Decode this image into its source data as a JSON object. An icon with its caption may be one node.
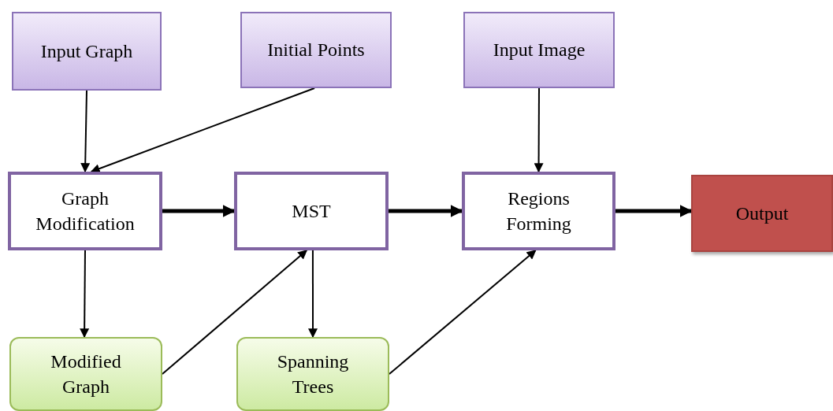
{
  "diagram": {
    "nodes": [
      {
        "text": [
          "Input Graph"
        ]
      },
      {
        "text": [
          "Initial Points"
        ]
      },
      {
        "text": [
          "Input Image"
        ]
      },
      {
        "text": [
          "Graph Modification"
        ]
      },
      {
        "text": [
          "MST"
        ]
      },
      {
        "text": [
          "Regions Forming"
        ]
      },
      {
        "text": [
          "Output"
        ]
      },
      {
        "text": [
          "Modified Graph"
        ]
      },
      {
        "text": [
          "Spanning Trees"
        ]
      }
    ],
    "edges": [
      {
        "from": 0,
        "to": 3,
        "arrow": "to"
      },
      {
        "from": 1,
        "to": 3,
        "arrow": "to"
      },
      {
        "from": 2,
        "to": 5,
        "arrow": "to"
      },
      {
        "from": 3,
        "to": 4,
        "arrow": "to",
        "style": "thick"
      },
      {
        "from": 4,
        "to": 5,
        "arrow": "to",
        "style": "thick"
      },
      {
        "from": 5,
        "to": 6,
        "arrow": "to",
        "style": "thick"
      },
      {
        "from": 3,
        "to": 7,
        "arrow": "to"
      },
      {
        "from": 7,
        "to": 4,
        "arrow": "to"
      },
      {
        "from": 4,
        "to": 8,
        "arrow": "to"
      },
      {
        "from": 8,
        "to": 5,
        "arrow": "to"
      }
    ]
  }
}
